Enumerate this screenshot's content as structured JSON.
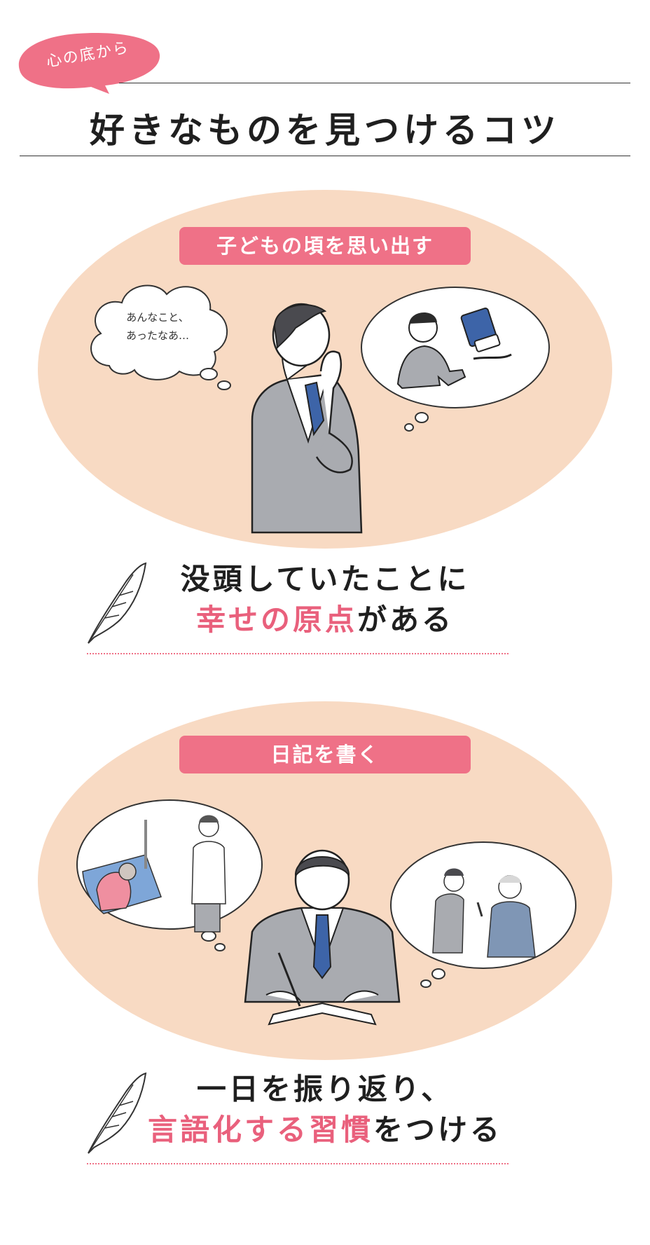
{
  "header": {
    "badge": "心の底から",
    "title": "好きなものを見つけるコツ"
  },
  "sections": [
    {
      "heading": "子どもの頃を思い出す",
      "thought": [
        "あんなこと、",
        "あったなあ…"
      ],
      "caption_line1": "没頭していたことに",
      "caption_highlight": "幸せの原点",
      "caption_tail": "がある"
    },
    {
      "heading": "日記を書く",
      "caption_line1": "一日を振り返り、",
      "caption_highlight": "言語化する習慣",
      "caption_tail": "をつける"
    }
  ],
  "colors": {
    "accent_pink": "#ef7187",
    "text_pink": "#e9607c",
    "bubble_peach": "#f8dac3",
    "suit_gray": "#a9abb0",
    "tie_blue": "#3d64a8"
  },
  "icons": [
    "quill-pen-icon",
    "thought-bubble-icon"
  ]
}
